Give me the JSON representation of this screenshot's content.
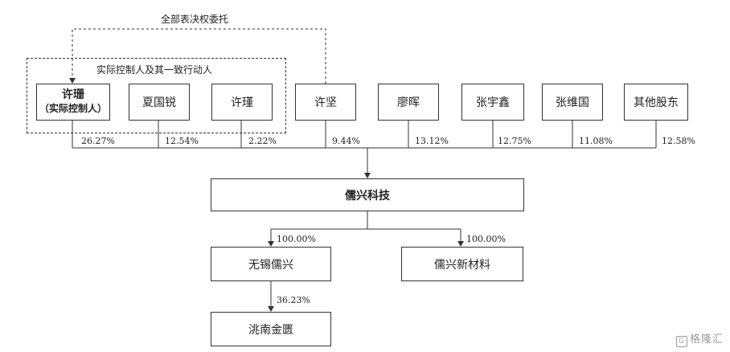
{
  "delegation_label": "全部表决权委托",
  "group_label": "实际控制人及其一致行动人",
  "shareholders": [
    {
      "name": "许珊",
      "sub": "（实际控制人）",
      "pct": "26.27%"
    },
    {
      "name": "夏国锐",
      "pct": "12.54%"
    },
    {
      "name": "许瑾",
      "pct": "2.22%"
    },
    {
      "name": "许坚",
      "pct": "9.44%"
    },
    {
      "name": "廖晖",
      "pct": "13.12%"
    },
    {
      "name": "张宇鑫",
      "pct": "12.75%"
    },
    {
      "name": "张维国",
      "pct": "11.08%"
    },
    {
      "name": "其他股东",
      "pct": "12.58%"
    }
  ],
  "company": "儒兴科技",
  "subsidiaries": [
    {
      "name": "无锡儒兴",
      "pct": "100.00%"
    },
    {
      "name": "儒兴新材料",
      "pct": "100.00%"
    }
  ],
  "sub_subsidiary": {
    "name": "洮南金匮",
    "pct": "36.23%"
  },
  "watermark": "格隆汇"
}
